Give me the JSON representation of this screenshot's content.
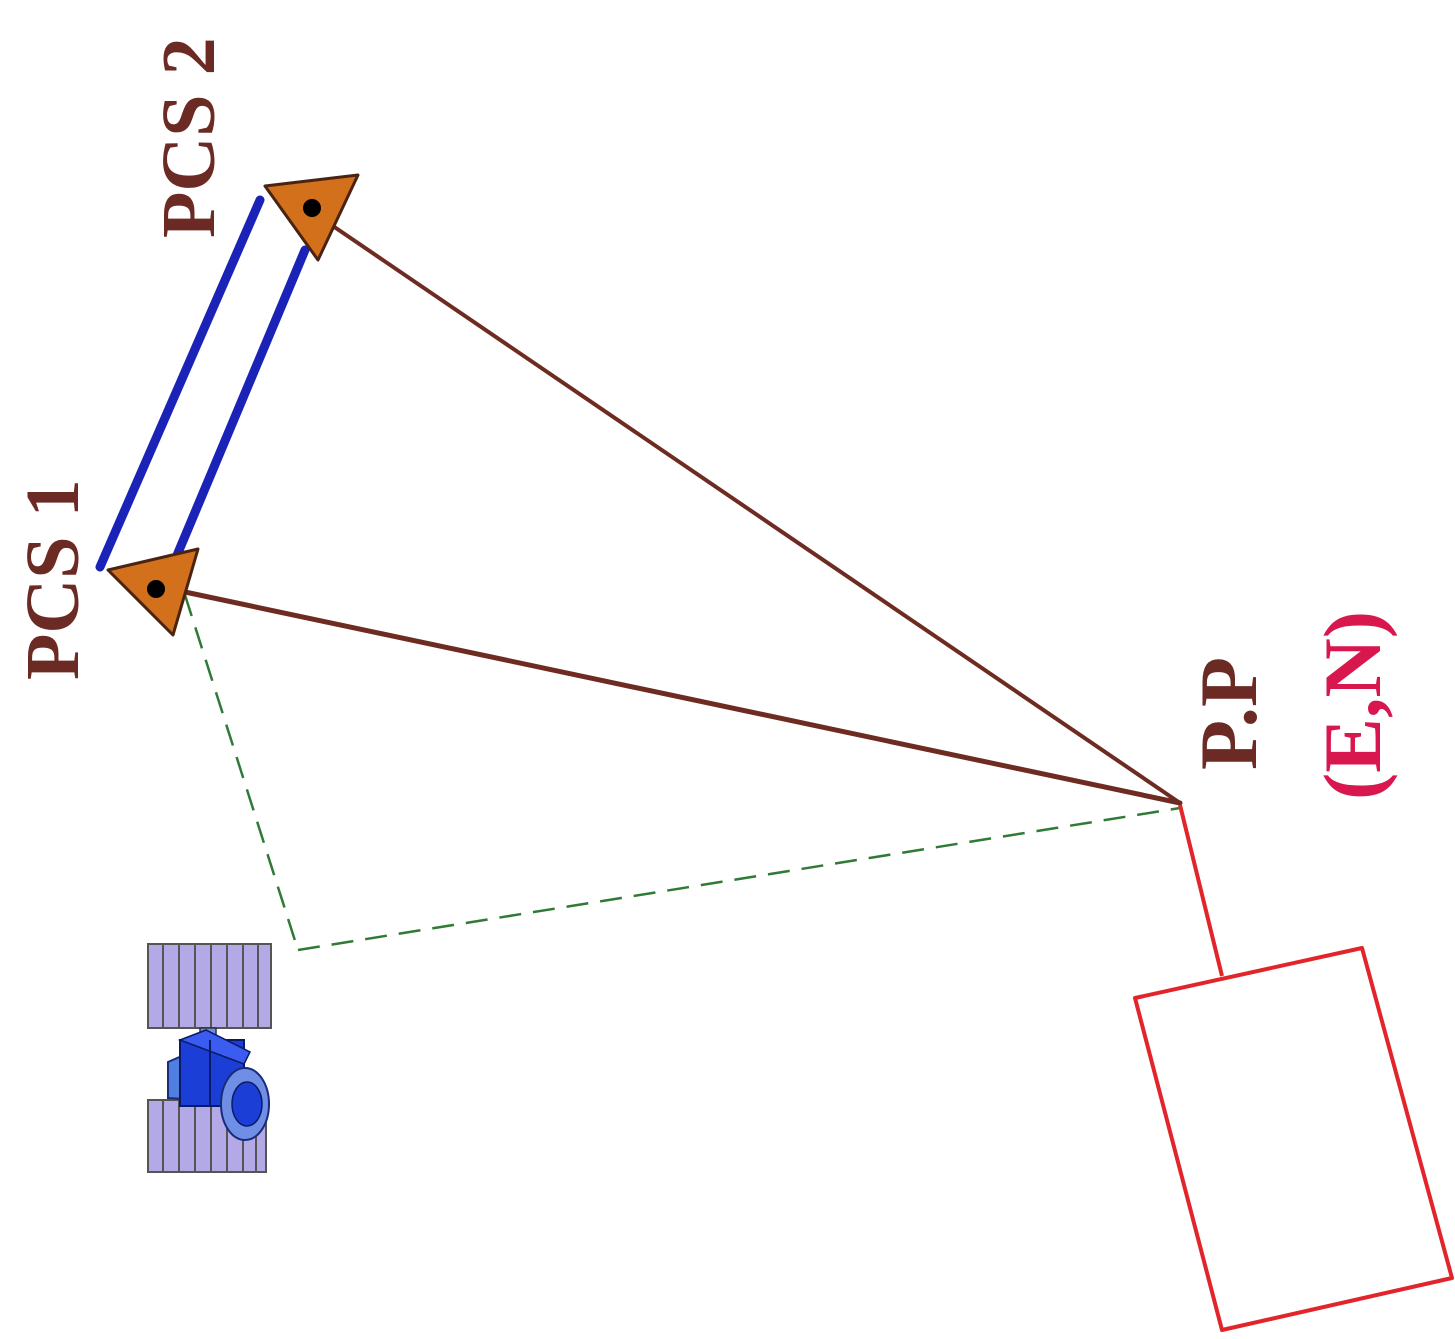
{
  "labels": {
    "pcs1": "PCS 1",
    "pcs2": "PCS 2",
    "pp": "P.P",
    "en": "(E,N)"
  },
  "colors": {
    "label_brown": "#6b2b24",
    "label_red": "#d8174f",
    "baseline_blue": "#1a22b8",
    "sight_line": "#6e2b22",
    "gps_dashed": "#2f7a35",
    "building": "#e2252b",
    "marker_fill": "#d2701c",
    "satellite_panel": "#b3a9e6",
    "satellite_body": "#1b3fd6"
  },
  "icons": {
    "pcs1_marker": "triangle-marker-icon",
    "pcs2_marker": "triangle-marker-icon",
    "satellite": "satellite-icon"
  }
}
